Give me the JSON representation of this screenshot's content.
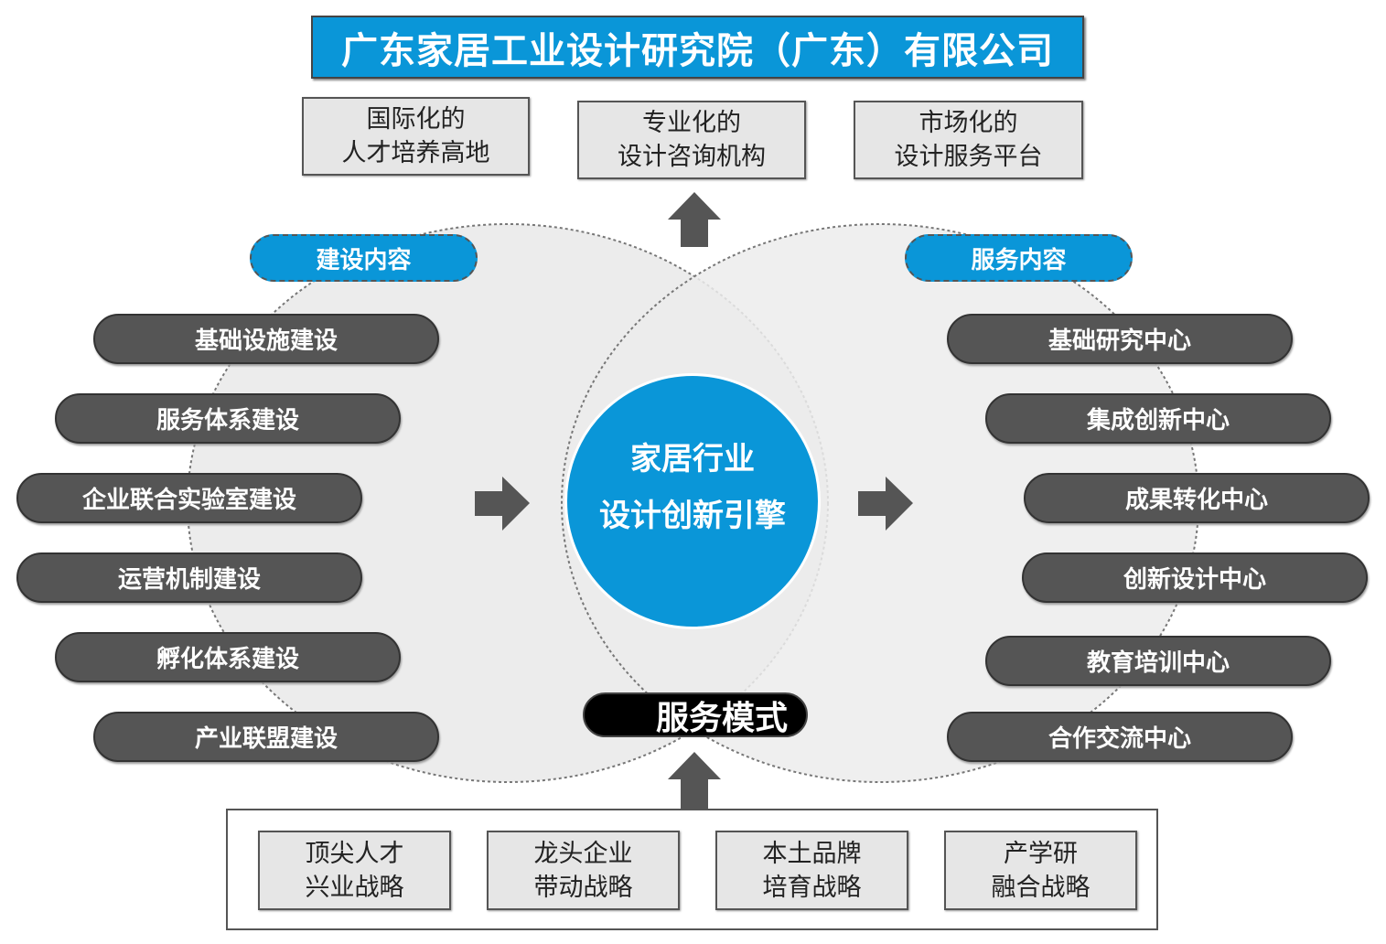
{
  "title": "广东家居工业设计研究院（广东）有限公司",
  "top_boxes": [
    {
      "line1": "国际化的",
      "line2": "人才培养高地"
    },
    {
      "line1": "专业化的",
      "line2": "设计咨询机构"
    },
    {
      "line1": "市场化的",
      "line2": "设计服务平台"
    }
  ],
  "left_header": "建设内容",
  "right_header": "服务内容",
  "left_items": [
    "基础设施建设",
    "服务体系建设",
    "企业联合实验室建设",
    "运营机制建设",
    "孵化体系建设",
    "产业联盟建设"
  ],
  "right_items": [
    "基础研究中心",
    "集成创新中心",
    "成果转化中心",
    "创新设计中心",
    "教育培训中心",
    "合作交流中心"
  ],
  "center": {
    "line1": "家居行业",
    "line2": "设计创新引擎"
  },
  "service_mode": "服务模式",
  "strategies": [
    {
      "line1": "顶尖人才",
      "line2": "兴业战略"
    },
    {
      "line1": "龙头企业",
      "line2": "带动战略"
    },
    {
      "line1": "本土品牌",
      "line2": "培育战略"
    },
    {
      "line1": "产学研",
      "line2": "融合战略"
    }
  ],
  "colors": {
    "accent": "#0a96d8",
    "pill": "#555555",
    "box": "#e6e6e6"
  }
}
